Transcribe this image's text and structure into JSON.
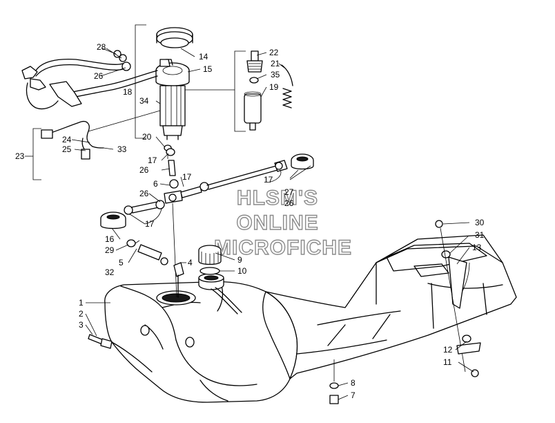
{
  "watermark": {
    "line1": "HLSM'S",
    "line2": "ONLINE",
    "line3": "MICROFICHE"
  },
  "labels": [
    {
      "id": "c1",
      "text": "1"
    },
    {
      "id": "c2",
      "text": "2"
    },
    {
      "id": "c3",
      "text": "3"
    },
    {
      "id": "c4",
      "text": "4"
    },
    {
      "id": "c5",
      "text": "5"
    },
    {
      "id": "c6",
      "text": "6"
    },
    {
      "id": "c7",
      "text": "7"
    },
    {
      "id": "c8",
      "text": "8"
    },
    {
      "id": "c9",
      "text": "9"
    },
    {
      "id": "c10",
      "text": "10"
    },
    {
      "id": "c11",
      "text": "11"
    },
    {
      "id": "c12",
      "text": "12"
    },
    {
      "id": "c13",
      "text": "13"
    },
    {
      "id": "c14",
      "text": "14"
    },
    {
      "id": "c15",
      "text": "15"
    },
    {
      "id": "c16",
      "text": "16"
    },
    {
      "id": "c17a",
      "text": "17"
    },
    {
      "id": "c17b",
      "text": "17"
    },
    {
      "id": "c17c",
      "text": "17"
    },
    {
      "id": "c17d",
      "text": "17"
    },
    {
      "id": "c18",
      "text": "18"
    },
    {
      "id": "c19",
      "text": "19"
    },
    {
      "id": "c20",
      "text": "20"
    },
    {
      "id": "c21",
      "text": "21"
    },
    {
      "id": "c22",
      "text": "22"
    },
    {
      "id": "c23",
      "text": "23"
    },
    {
      "id": "c24",
      "text": "24"
    },
    {
      "id": "c25",
      "text": "25"
    },
    {
      "id": "c26a",
      "text": "26"
    },
    {
      "id": "c26b",
      "text": "26"
    },
    {
      "id": "c26c",
      "text": "26"
    },
    {
      "id": "c26d",
      "text": "26"
    },
    {
      "id": "c27",
      "text": "27"
    },
    {
      "id": "c28",
      "text": "28"
    },
    {
      "id": "c29",
      "text": "29"
    },
    {
      "id": "c30",
      "text": "30"
    },
    {
      "id": "c31",
      "text": "31"
    },
    {
      "id": "c32",
      "text": "32"
    },
    {
      "id": "c33",
      "text": "33"
    },
    {
      "id": "c34",
      "text": "34"
    },
    {
      "id": "c35",
      "text": "35"
    }
  ]
}
